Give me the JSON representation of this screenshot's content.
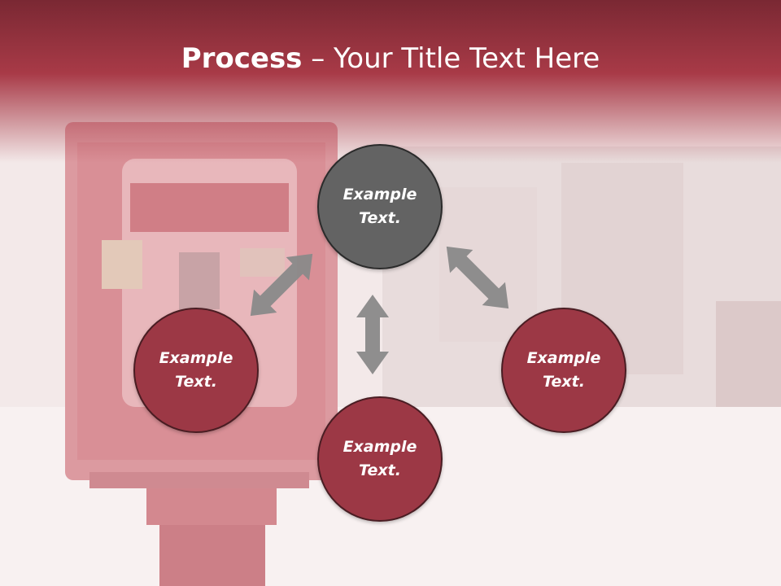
{
  "slide": {
    "title_bold": "Process",
    "title_rest": " – Your Title Text Here"
  },
  "nodes": [
    {
      "id": "top",
      "text": "Example Text."
    },
    {
      "id": "left",
      "text": "Example Text."
    },
    {
      "id": "right",
      "text": "Example Text."
    },
    {
      "id": "bottom",
      "text": "Example Text."
    }
  ],
  "colors": {
    "title_band": "#a83a47",
    "node_red": "#9c3845",
    "node_gray": "#636363",
    "arrow": "#8a8a8a"
  }
}
